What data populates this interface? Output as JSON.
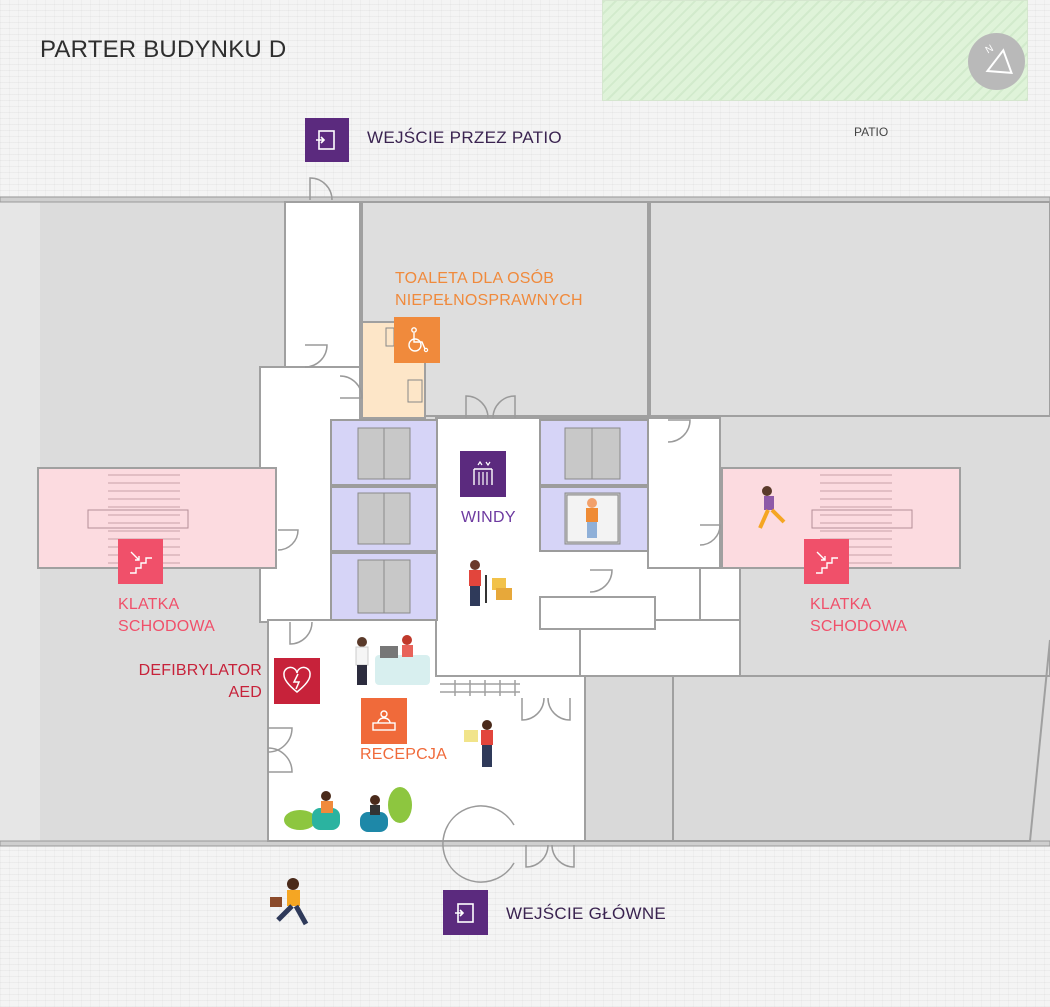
{
  "title": "PARTER BUDYNKU D",
  "patio": {
    "label": "PATIO"
  },
  "compass": {
    "letter": "N",
    "icon": "compass-icon"
  },
  "entrances": {
    "patio": {
      "label": "WEJŚCIE PRZEZ PATIO",
      "icon": "door-enter-icon"
    },
    "main": {
      "label": "WEJŚCIE GŁÓWNE",
      "icon": "door-enter-icon"
    }
  },
  "toilet": {
    "line1": "TOALETA DLA OSÓB",
    "line2": "NIEPEŁNOSPRAWNYCH",
    "icon": "wheelchair-icon",
    "color": "#f08a3c"
  },
  "elevators": {
    "label": "WINDY",
    "icon": "elevator-icon",
    "color": "#5b2a7e"
  },
  "stairs_left": {
    "line1": "KLATKA",
    "line2": "SCHODOWA",
    "icon": "stairs-icon",
    "color": "#f0506a"
  },
  "stairs_right": {
    "line1": "KLATKA",
    "line2": "SCHODOWA",
    "icon": "stairs-icon",
    "color": "#f0506a"
  },
  "aed": {
    "line1": "DEFIBRYLATOR",
    "line2": "AED",
    "icon": "heart-defibrillator-icon",
    "color": "#c7223a"
  },
  "reception": {
    "label": "RECEPCJA",
    "icon": "reception-desk-icon",
    "color": "#f06a3a"
  }
}
